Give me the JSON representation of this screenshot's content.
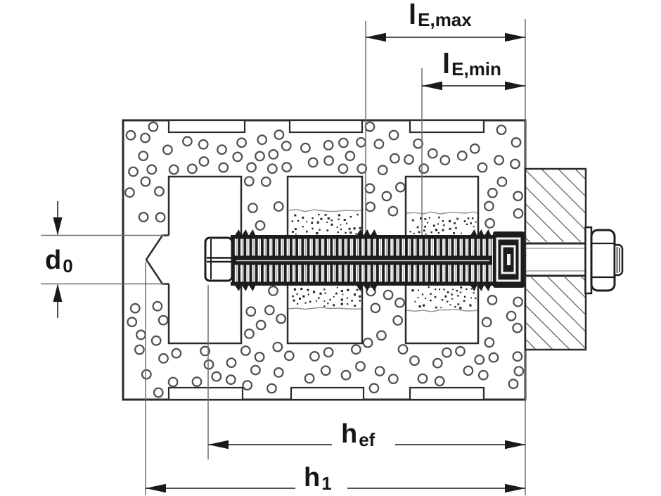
{
  "labels": {
    "le_max": {
      "main": "l",
      "sub": "E,max"
    },
    "le_min": {
      "main": "l",
      "sub": "E,min"
    },
    "d0": {
      "main": "d",
      "sub": "0"
    },
    "hef": {
      "main": "h",
      "sub": "ef"
    },
    "h1": {
      "main": "h",
      "sub": "1"
    }
  },
  "colors": {
    "background": "#ffffff",
    "outline": "#2b2b2b",
    "dim_line": "#3a3a3a",
    "ext_line": "#6f6f6f",
    "speckle": "#4f4f4f",
    "stipple": "#222222",
    "hatch": "#494949",
    "sleeve_dark": "#1c1c1c",
    "wavy_line": "#909090",
    "label_text": "#161616"
  }
}
